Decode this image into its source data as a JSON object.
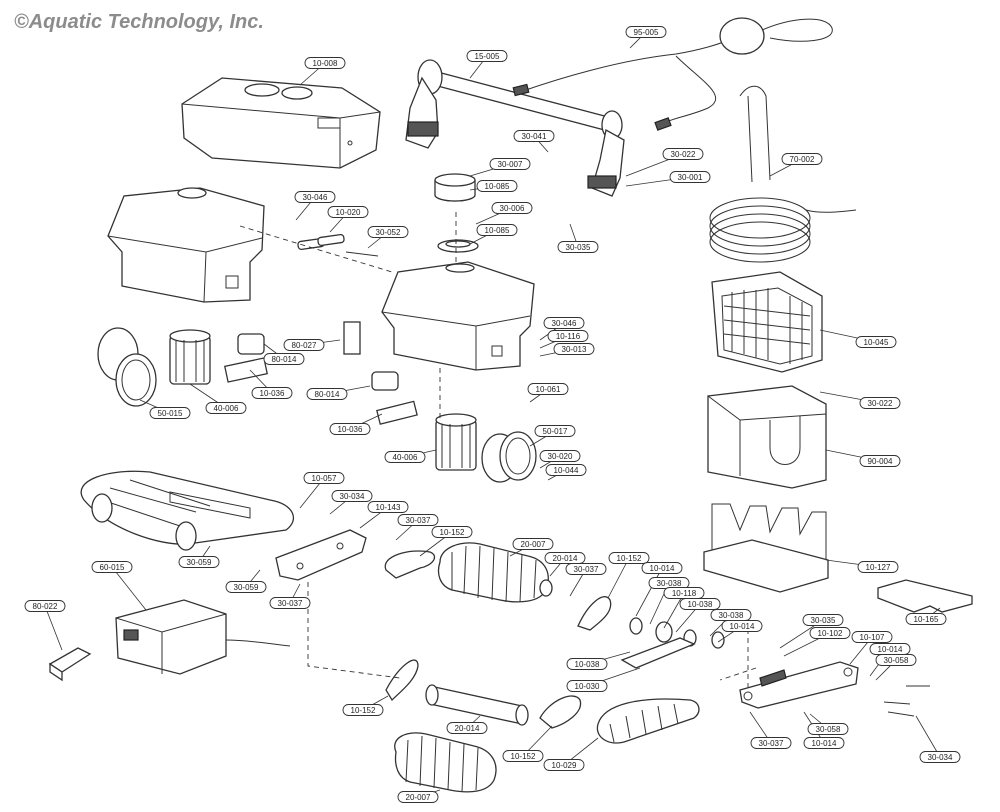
{
  "copyright": "©Aquatic Technology, Inc.",
  "labels": [
    {
      "text": "10-008"
    },
    {
      "text": "15-005"
    },
    {
      "text": "95-005"
    },
    {
      "text": "30-007"
    },
    {
      "text": "10-085"
    },
    {
      "text": "30-041"
    },
    {
      "text": "30-022"
    },
    {
      "text": "30-001"
    },
    {
      "text": "70-002"
    },
    {
      "text": "30-006"
    },
    {
      "text": "10-085"
    },
    {
      "text": "30-035"
    },
    {
      "text": "30-046"
    },
    {
      "text": "10-020"
    },
    {
      "text": "30-052"
    },
    {
      "text": "80-027"
    },
    {
      "text": "80-014"
    },
    {
      "text": "10-036"
    },
    {
      "text": "40-006"
    },
    {
      "text": "50-015"
    },
    {
      "text": "30-046"
    },
    {
      "text": "10-116"
    },
    {
      "text": "30-013"
    },
    {
      "text": "10-061"
    },
    {
      "text": "80-014"
    },
    {
      "text": "10-036"
    },
    {
      "text": "40-006"
    },
    {
      "text": "50-017"
    },
    {
      "text": "30-020"
    },
    {
      "text": "10-044"
    },
    {
      "text": "10-045"
    },
    {
      "text": "30-022"
    },
    {
      "text": "90-004"
    },
    {
      "text": "10-127"
    },
    {
      "text": "10-165"
    },
    {
      "text": "10-057"
    },
    {
      "text": "30-034"
    },
    {
      "text": "10-143"
    },
    {
      "text": "30-037"
    },
    {
      "text": "10-152"
    },
    {
      "text": "30-059"
    },
    {
      "text": "30-059"
    },
    {
      "text": "30-037"
    },
    {
      "text": "20-007"
    },
    {
      "text": "20-014"
    },
    {
      "text": "30-037"
    },
    {
      "text": "10-152"
    },
    {
      "text": "10-014"
    },
    {
      "text": "30-038"
    },
    {
      "text": "10-118"
    },
    {
      "text": "10-038"
    },
    {
      "text": "30-038"
    },
    {
      "text": "10-014"
    },
    {
      "text": "10-038"
    },
    {
      "text": "10-030"
    },
    {
      "text": "30-035"
    },
    {
      "text": "10-102"
    },
    {
      "text": "10-107"
    },
    {
      "text": "10-014"
    },
    {
      "text": "30-058"
    },
    {
      "text": "60-015"
    },
    {
      "text": "80-022"
    },
    {
      "text": "10-152"
    },
    {
      "text": "20-014"
    },
    {
      "text": "10-152"
    },
    {
      "text": "10-029"
    },
    {
      "text": "30-037"
    },
    {
      "text": "30-058"
    },
    {
      "text": "10-014"
    },
    {
      "text": "30-034"
    },
    {
      "text": "20-007"
    }
  ]
}
